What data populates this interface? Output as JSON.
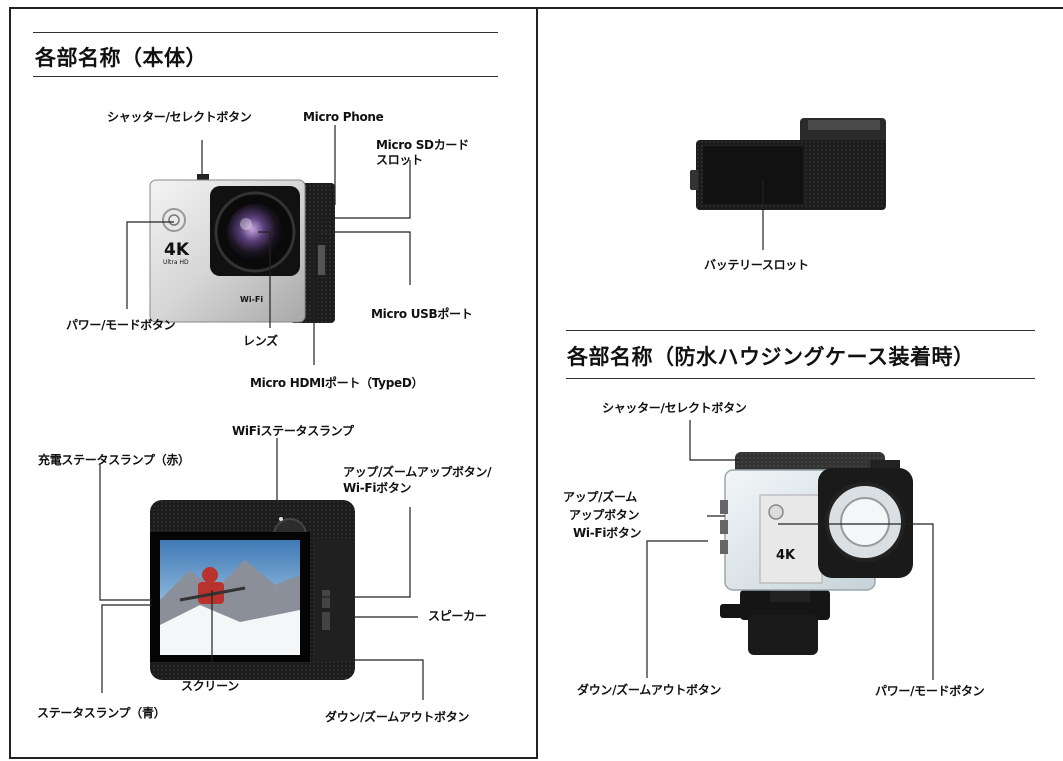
{
  "left": {
    "title": "各部名称（本体）",
    "labels": {
      "shutter": "シャッター/セレクトボタン",
      "microphone": "Micro Phone",
      "sd_slot_1": "Micro SDカード",
      "sd_slot_2": "スロット",
      "power": "パワー/モードボタン",
      "lens": "レンズ",
      "usb": "Micro USBポート",
      "hdmi": "Micro HDMIポート（TypeD）",
      "wifi_lamp": "WiFiステータスランプ",
      "charge_lamp": "充電ステータスランプ（赤）",
      "up_1": "アップ/ズームアップボタン/",
      "up_2": "Wi-Fiボタン",
      "speaker": "スピーカー",
      "screen": "スクリーン",
      "status_lamp": "ステータスランプ（青）",
      "down": "ダウン/ズームアウトボタン"
    },
    "camera_marks": {
      "model": "4K",
      "sub": "Ultra HD",
      "wifi": "Wi-Fi"
    }
  },
  "right": {
    "battery": "バッテリースロット",
    "title": "各部名称（防水ハウジングケース装着時）",
    "labels": {
      "shutter": "シャッター/セレクトボタン",
      "up_1": "アップ/ズーム",
      "up_2": "アップボタン",
      "up_3": "Wi-Fiボタン",
      "down": "ダウン/ズームアウトボタン",
      "power": "パワー/モードボタン"
    }
  }
}
